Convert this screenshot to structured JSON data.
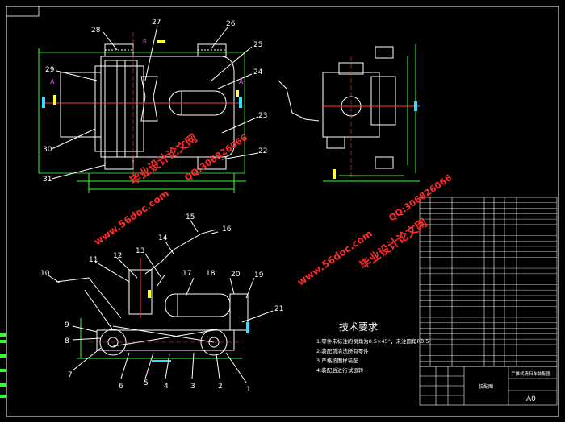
{
  "top_left_tab": "",
  "part_numbers": {
    "p1": "1",
    "p2": "2",
    "p3": "3",
    "p4": "4",
    "p5": "5",
    "p6": "6",
    "p7": "7",
    "p8": "8",
    "p9": "9",
    "p10": "10",
    "p11": "11",
    "p12": "12",
    "p13": "13",
    "p14": "14",
    "p15": "15",
    "p16": "16",
    "p17": "17",
    "p18": "18",
    "p19": "19",
    "p20": "20",
    "p21": "21",
    "p22": "22",
    "p23": "23",
    "p24": "24",
    "p25": "25",
    "p26": "26",
    "p27": "27",
    "p28": "28",
    "p29": "29",
    "p30": "30",
    "p31": "31"
  },
  "section_marks": {
    "a_left": "A",
    "a_right": "A",
    "b_top": "B"
  },
  "tech_requirements": {
    "title": "技术要求",
    "items": [
      "1.零件未标注的倒角为0.5×45°，未注圆角R0.5",
      "2.装配前清洗所有零件",
      "3.严格按图样装配",
      "4.装配后进行试运转"
    ]
  },
  "watermarks": {
    "brand": "毕业设计论文网",
    "site": "www.56doc.com",
    "qq": "QQ:306826066"
  },
  "title_block": {
    "drawing_name": "装配图",
    "product_name": "手推式清扫车装配图",
    "sheet_size": "A0"
  },
  "colors": {
    "frame": "#ffffff",
    "outline": "#ffffff",
    "wheel": "#ffffff",
    "green": "#33ff33",
    "red": "#ff3b3b",
    "cyan": "#33e0ff",
    "yellow": "#ffff33",
    "magenta": "#ff33ff",
    "watermark": "#ff1a1a"
  }
}
